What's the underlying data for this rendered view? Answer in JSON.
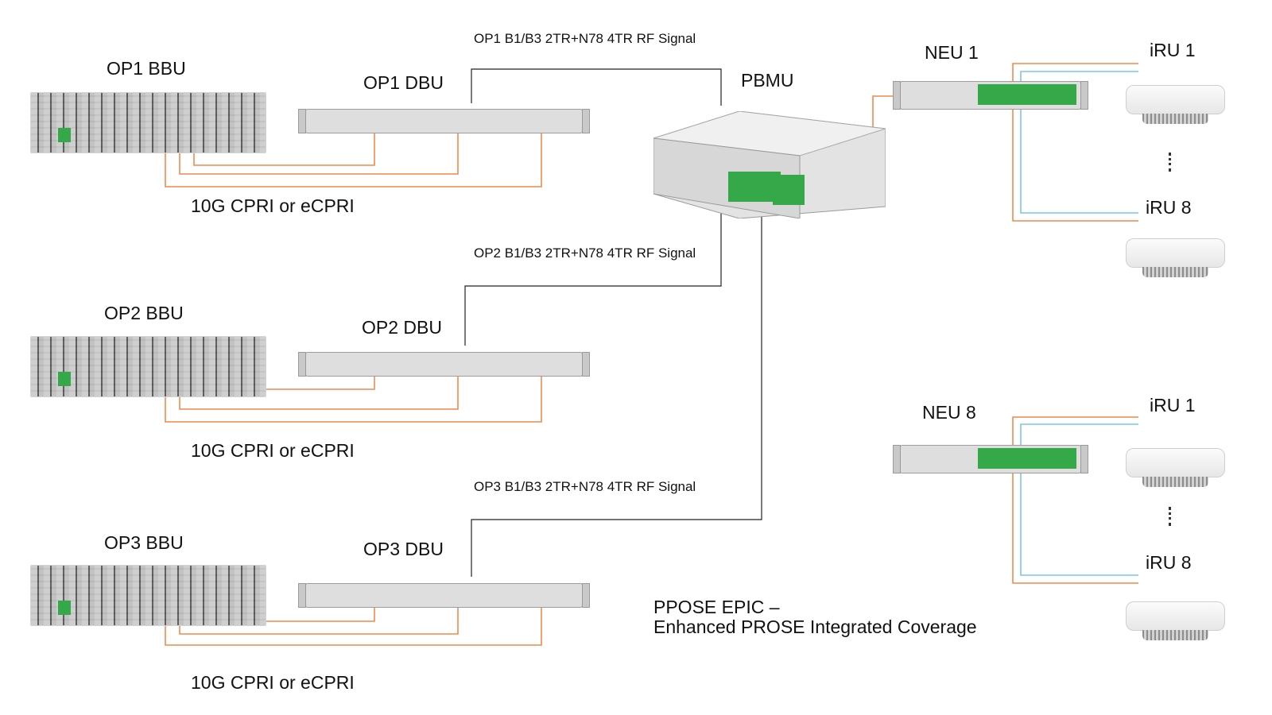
{
  "operators": [
    {
      "bbu_label": "OP1 BBU",
      "dbu_label": "OP1 DBU",
      "link_label": "10G CPRI or eCPRI",
      "rf_signal_label": "OP1 B1/B3 2TR+N78 4TR RF Signal"
    },
    {
      "bbu_label": "OP2 BBU",
      "dbu_label": "OP2 DBU",
      "link_label": "10G CPRI or eCPRI",
      "rf_signal_label": "OP2 B1/B3 2TR+N78 4TR RF Signal"
    },
    {
      "bbu_label": "OP3 BBU",
      "dbu_label": "OP3 DBU",
      "link_label": "10G CPRI or eCPRI",
      "rf_signal_label": "OP3 B1/B3 2TR+N78 4TR RF Signal"
    }
  ],
  "pbmu": {
    "label": "PBMU"
  },
  "neus": [
    {
      "label": "NEU 1",
      "iru_first": "iRU 1",
      "iru_last": "iRU 8"
    },
    {
      "label": "NEU 8",
      "iru_first": "iRU 1",
      "iru_last": "iRU 8"
    }
  ],
  "caption": {
    "line1": "PPOSE EPIC –",
    "line2": "Enhanced PROSE Integrated Coverage"
  },
  "colors": {
    "fiber_orange": "#ee8a4f",
    "fiber_blue": "#79c6ec",
    "rf_black": "#222222",
    "port_green": "#35a84a"
  }
}
